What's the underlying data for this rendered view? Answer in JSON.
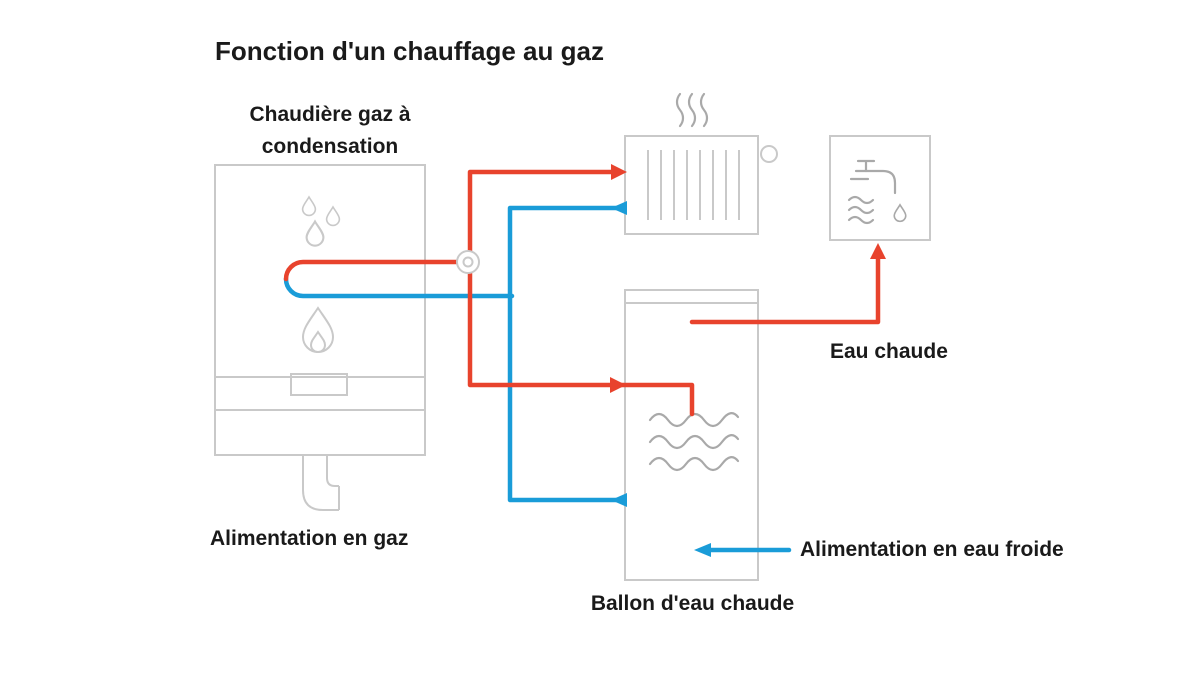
{
  "title": "Fonction d'un chauffage au gaz",
  "labels": {
    "boiler": "Chaudière gaz à condensation",
    "gas_supply": "Alimentation en gaz",
    "tank": "Ballon d'eau chaude",
    "hot_water_out": "Eau chaude",
    "cold_water_in": "Alimentation en eau froide"
  },
  "colors": {
    "hot": "#e8432d",
    "cold": "#1a9cd8",
    "outline": "#c9c9c9",
    "icon_gray": "#a9a9a9",
    "text": "#1a1a1a"
  },
  "icons": {
    "condensation_droplets": "droplet-shapes",
    "burner_flame": "flame-shape",
    "radiator": "finned-rectangle",
    "radiator_heat_waves": "squiggle-lines",
    "hot_tap": "faucet-with-steam-and-drop",
    "heating_coil": "wavy-lines",
    "pump": "double-circle",
    "gas_pipe": "double-line-bend"
  }
}
